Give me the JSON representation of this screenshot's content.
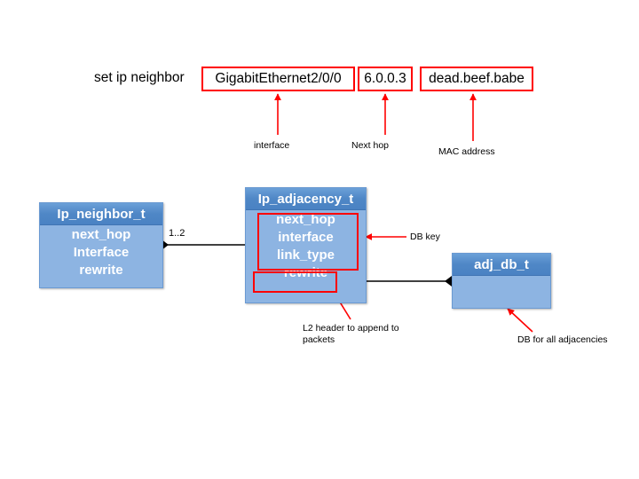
{
  "diagram": {
    "command": {
      "label": "set ip neighbor",
      "fields": [
        {
          "value": "GigabitEthernet2/0/0",
          "callout": "interface"
        },
        {
          "value": "6.0.0.3",
          "callout": "Next hop"
        },
        {
          "value": "dead.beef.babe",
          "callout": "MAC address"
        }
      ]
    },
    "classes": [
      {
        "name": "Ip_neighbor_t",
        "fields": [
          "next_hop",
          "Interface",
          "rewrite"
        ]
      },
      {
        "name": "Ip_adjacency_t",
        "fields": [
          "next_hop",
          "interface",
          "link_type",
          "rewrite"
        ]
      },
      {
        "name": "adj_db_t",
        "fields": []
      }
    ],
    "multiplicity": "1..2",
    "annotations": {
      "db_key": "DB key",
      "l2_header": "L2 header to append to packets",
      "db_for_all": "DB for all adjacencies"
    },
    "colors": {
      "header_blue": "#4f87c6",
      "body_blue": "#8db4e2",
      "highlight_red": "#ff0000",
      "connector_black": "#000000"
    }
  }
}
